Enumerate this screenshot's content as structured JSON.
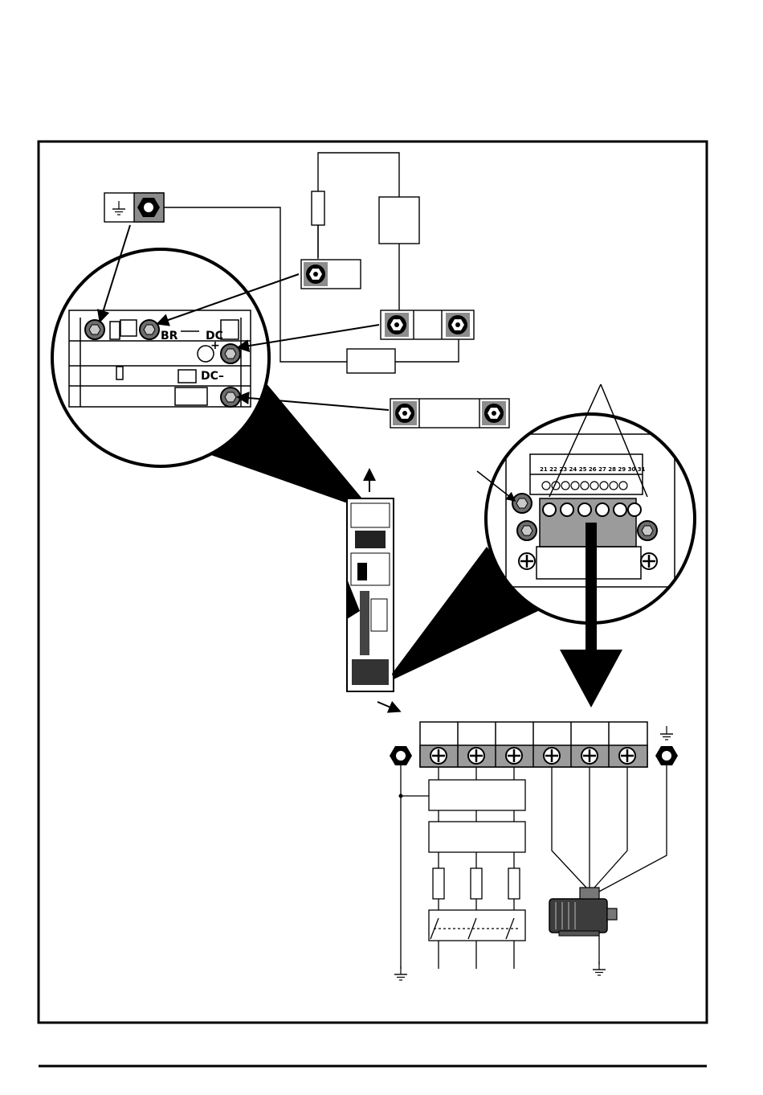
{
  "diagram": {
    "labels": {
      "brake_terminal": "BR",
      "dc_plus": "DC",
      "dc_plus_sign": "+",
      "dc_minus": "DC–",
      "control_numbers": "21 22 23 24 25 26 27 28 29 30 31"
    },
    "icons": [
      "earth-symbol-icon",
      "hex-nut-icon",
      "hex-screw-icon",
      "slot-screw-icon",
      "motor-icon"
    ]
  }
}
